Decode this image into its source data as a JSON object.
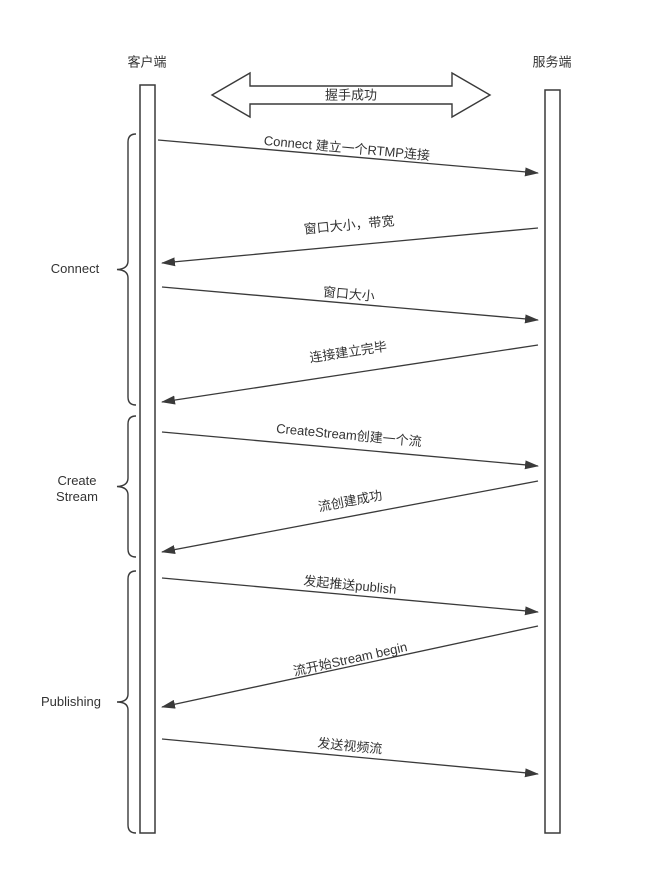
{
  "diagram": {
    "actors": {
      "client": "客户端",
      "server": "服务端"
    },
    "handshake_label": "握手成功",
    "groups": [
      {
        "label": "Connect"
      },
      {
        "label": "Create Stream"
      },
      {
        "label": "Publishing"
      }
    ],
    "messages": [
      {
        "from": "client",
        "to": "server",
        "label": "Connect 建立一个RTMP连接"
      },
      {
        "from": "server",
        "to": "client",
        "label": "窗口大小，带宽"
      },
      {
        "from": "client",
        "to": "server",
        "label": "窗口大小"
      },
      {
        "from": "server",
        "to": "client",
        "label": "连接建立完毕"
      },
      {
        "from": "client",
        "to": "server",
        "label": "CreateStream创建一个流"
      },
      {
        "from": "server",
        "to": "client",
        "label": "流创建成功"
      },
      {
        "from": "client",
        "to": "server",
        "label": "发起推送publish"
      },
      {
        "from": "server",
        "to": "client",
        "label": "流开始Stream begin"
      },
      {
        "from": "client",
        "to": "server",
        "label": "发送视频流"
      }
    ],
    "colors": {
      "line": "#3a3a3a",
      "background": "#ffffff"
    }
  }
}
